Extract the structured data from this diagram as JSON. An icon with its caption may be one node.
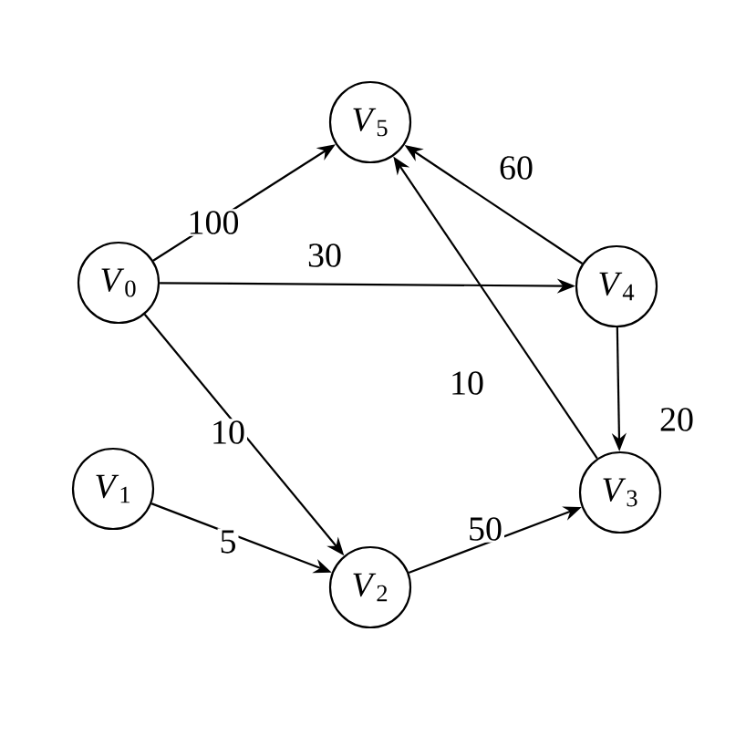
{
  "diagram": {
    "nodes": [
      {
        "text": [
          "*V*$_{0}$"
        ]
      },
      {
        "text": [
          "*V*$_{1}$"
        ]
      },
      {
        "text": [
          "*V*$_{2}$"
        ]
      },
      {
        "text": [
          "*V*$_{3}$"
        ]
      },
      {
        "text": [
          "*V*$_{4}$"
        ]
      },
      {
        "text": [
          "*V*$_{5}$"
        ]
      }
    ],
    "edges": [
      {
        "from": 0,
        "to": 5,
        "arrow": "to",
        "label": "100"
      },
      {
        "from": 0,
        "to": 4,
        "arrow": "to",
        "label": "30"
      },
      {
        "from": 0,
        "to": 2,
        "arrow": "to",
        "label": "10"
      },
      {
        "from": 1,
        "to": 2,
        "arrow": "to",
        "label": "5"
      },
      {
        "from": 2,
        "to": 3,
        "arrow": "to",
        "label": "50"
      },
      {
        "from": 4,
        "to": 5,
        "arrow": "to",
        "label": "60"
      },
      {
        "from": 4,
        "to": 3,
        "arrow": "to",
        "label": "20"
      },
      {
        "from": 3,
        "to": 5,
        "arrow": "to",
        "label": "10"
      }
    ]
  }
}
